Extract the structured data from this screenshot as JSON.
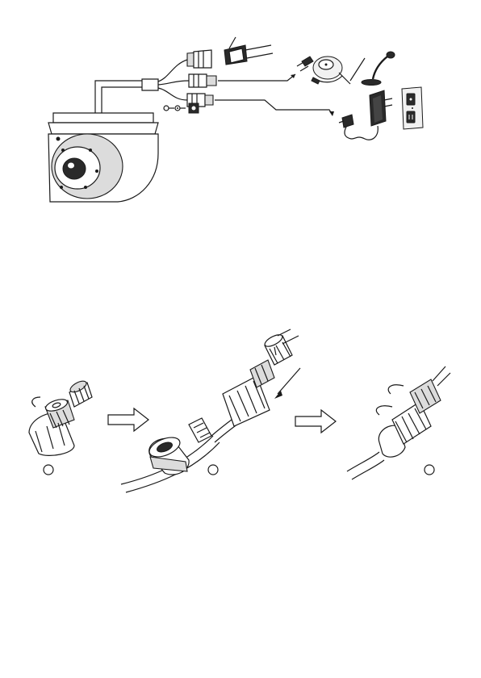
{
  "figure_top": {
    "components": [
      "dome-camera",
      "network-connector",
      "audio-connector",
      "power-connector",
      "microphone",
      "speaker",
      "power-adapter",
      "wall-outlet"
    ]
  },
  "figure_bottom": {
    "steps": [
      {
        "label": ""
      },
      {
        "label": ""
      },
      {
        "label": ""
      }
    ]
  }
}
